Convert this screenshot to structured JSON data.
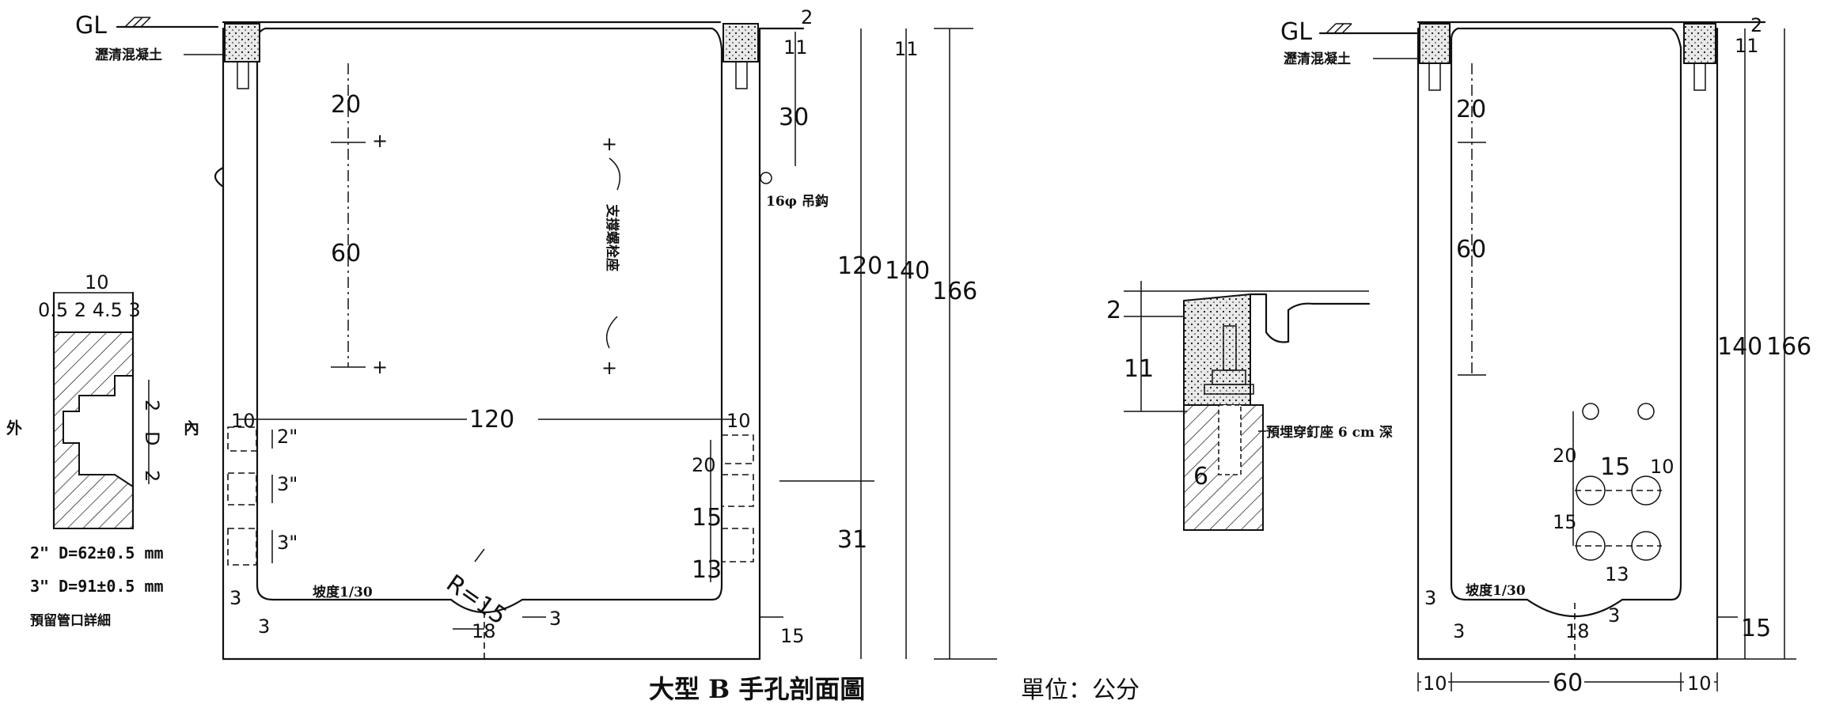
{
  "title": "大型 B 手孔剖面圖",
  "unit_label": "單位：公分",
  "left_section": {
    "gl": "GL",
    "asphalt": "瀝清混凝土",
    "hook": "16φ 吊鈎",
    "bracket": "支撐螺栓座",
    "slope": "坡度1/30",
    "radius": "R=15",
    "pipe_2in": "2\"",
    "pipe_3in_a": "3\"",
    "pipe_3in_b": "3\"",
    "dims": {
      "top_2": "2",
      "d11a": "11",
      "d11b": "11",
      "d30": "30",
      "d20": "20",
      "d60": "60",
      "d120v": "120",
      "d140": "140",
      "d166": "166",
      "d31": "31",
      "w120": "120",
      "w10l": "10",
      "w10r": "10",
      "r20": "20",
      "r15": "15",
      "r13": "13",
      "b3a": "3",
      "b3b": "3",
      "b18": "18",
      "b3c": "3",
      "b15": "15"
    }
  },
  "pipe_detail": {
    "w10": "10",
    "row": "0.5 2 4.5 3",
    "outside": "外",
    "inside": "內",
    "d2": "2",
    "dD": "D",
    "d2b": "2",
    "spec_2": "2\" D=62±0.5 mm",
    "spec_3": "3\" D=91±0.5 mm",
    "caption": "預留管口詳細"
  },
  "anchor_detail": {
    "d2": "2",
    "d11": "11",
    "d6": "6",
    "label": "預埋穿釘座 6 cm 深"
  },
  "right_section": {
    "gl": "GL",
    "asphalt": "瀝清混凝土",
    "slope": "坡度1/30",
    "dims": {
      "top_2": "2",
      "d11": "11",
      "d20": "20",
      "d60": "60",
      "d140": "140",
      "d166": "166",
      "h20": "20",
      "h15a": "15",
      "h10": "10",
      "h15b": "15",
      "h13": "13",
      "b3a": "3",
      "b3b": "3",
      "b18": "18",
      "b3c": "3",
      "b15": "15",
      "w10l": "10",
      "w60": "60",
      "w10r": "10"
    }
  }
}
